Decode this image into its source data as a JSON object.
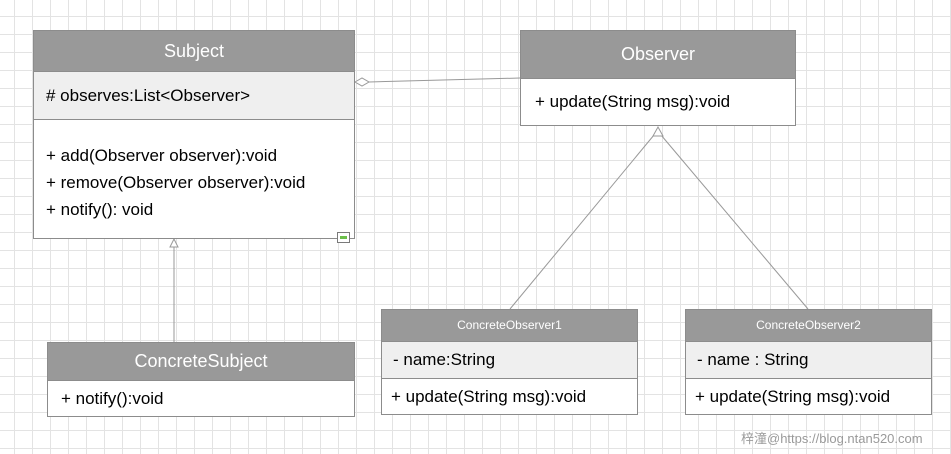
{
  "classes": {
    "subject": {
      "name": "Subject",
      "attributes": [
        "# observes:List<Observer>"
      ],
      "operations": [
        "+ add(Observer observer):void",
        "+ remove(Observer observer):void",
        "+ notify(): void"
      ]
    },
    "observer": {
      "name": "Observer",
      "operations": [
        "+ update(String msg):void"
      ]
    },
    "concrete_subject": {
      "name": "ConcreteSubject",
      "operations": [
        "+ notify():void"
      ]
    },
    "concrete_observer_1": {
      "name": "ConcreteObserver1",
      "attributes": [
        "- name:String"
      ],
      "operations": [
        "+ update(String msg):void"
      ]
    },
    "concrete_observer_2": {
      "name": "ConcreteObserver2",
      "attributes": [
        "- name : String"
      ],
      "operations": [
        "+ update(String msg):void"
      ]
    }
  },
  "relationships": [
    {
      "type": "aggregation",
      "whole": "Subject",
      "part": "Observer"
    },
    {
      "type": "generalization",
      "child": "ConcreteSubject",
      "parent": "Subject"
    },
    {
      "type": "generalization",
      "child": "ConcreteObserver1",
      "parent": "Observer"
    },
    {
      "type": "generalization",
      "child": "ConcreteObserver2",
      "parent": "Observer"
    }
  ],
  "icons": {
    "collapse_handle": "collapse-icon"
  },
  "colors": {
    "header_fill": "#999999",
    "attribute_fill": "#efefef",
    "border": "#8c8c8c",
    "edge": "#999999",
    "collapse_accent": "#6cc04a"
  },
  "watermark": "梓潼@https://blog.ntan520.com"
}
